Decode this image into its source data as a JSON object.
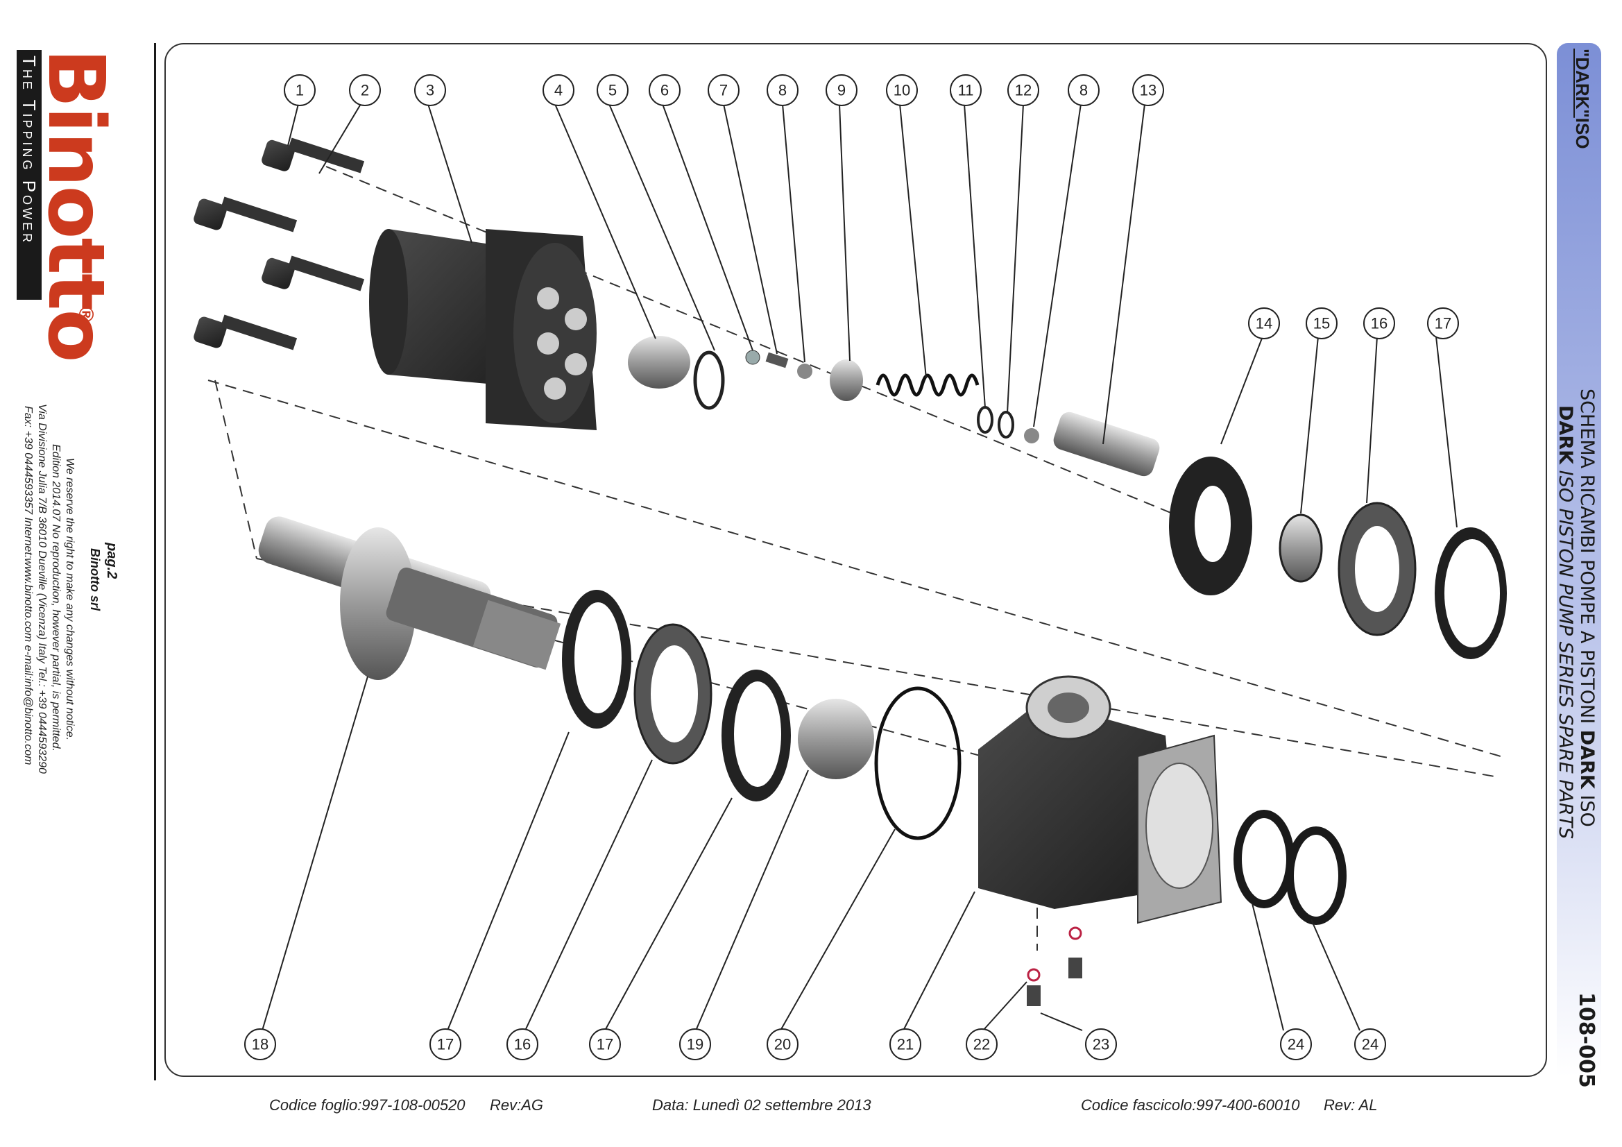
{
  "brand": {
    "logo_text": "Binotto",
    "registered": "®",
    "tagline": "The Tipping Power"
  },
  "company": {
    "page": "pag.2",
    "name": "Binotto srl",
    "notice1": "We reserve the right to make any changes without notice.",
    "notice2": "Edition 2014.07 No reproduction, however partial, is permitted.",
    "address": "Via Divisione Julia 7/B 36010 Dueville (Vicenza) Italy Tel.: +39 0444593290",
    "contacts": "Fax: +39 0444593357 Internet:www.binotto.com e-mail:info@binotto.com"
  },
  "title": {
    "dark_quoted": "\"DARK\"",
    "iso": "ISO",
    "line1_prefix": "SCHEMA RICAMBI POMPE A PISTONI ",
    "line1_bold": "DARK",
    "line1_suffix": " ISO",
    "line2_bold": "DARK",
    "line2_rest": " ISO PISTON PUMP SERIES SPARE PARTS",
    "sheet_code": "108-005"
  },
  "footer": {
    "sheet": "Codice foglio:997-108-00520",
    "sheet_rev": "Rev:AG",
    "date": "Data: Lunedì 02 settembre  2013",
    "folder": "Codice fascicolo:997-400-60010",
    "folder_rev": "Rev: AL"
  },
  "callouts": {
    "top_row": [
      "1",
      "2",
      "3",
      "4",
      "5",
      "6",
      "7",
      "8",
      "9",
      "10",
      "11",
      "12",
      "8",
      "13"
    ],
    "middle_row": [
      "14",
      "15",
      "16",
      "17"
    ],
    "bottom_row": [
      "18",
      "17",
      "16",
      "17",
      "19",
      "20",
      "21",
      "22",
      "23",
      "24",
      "24"
    ]
  }
}
